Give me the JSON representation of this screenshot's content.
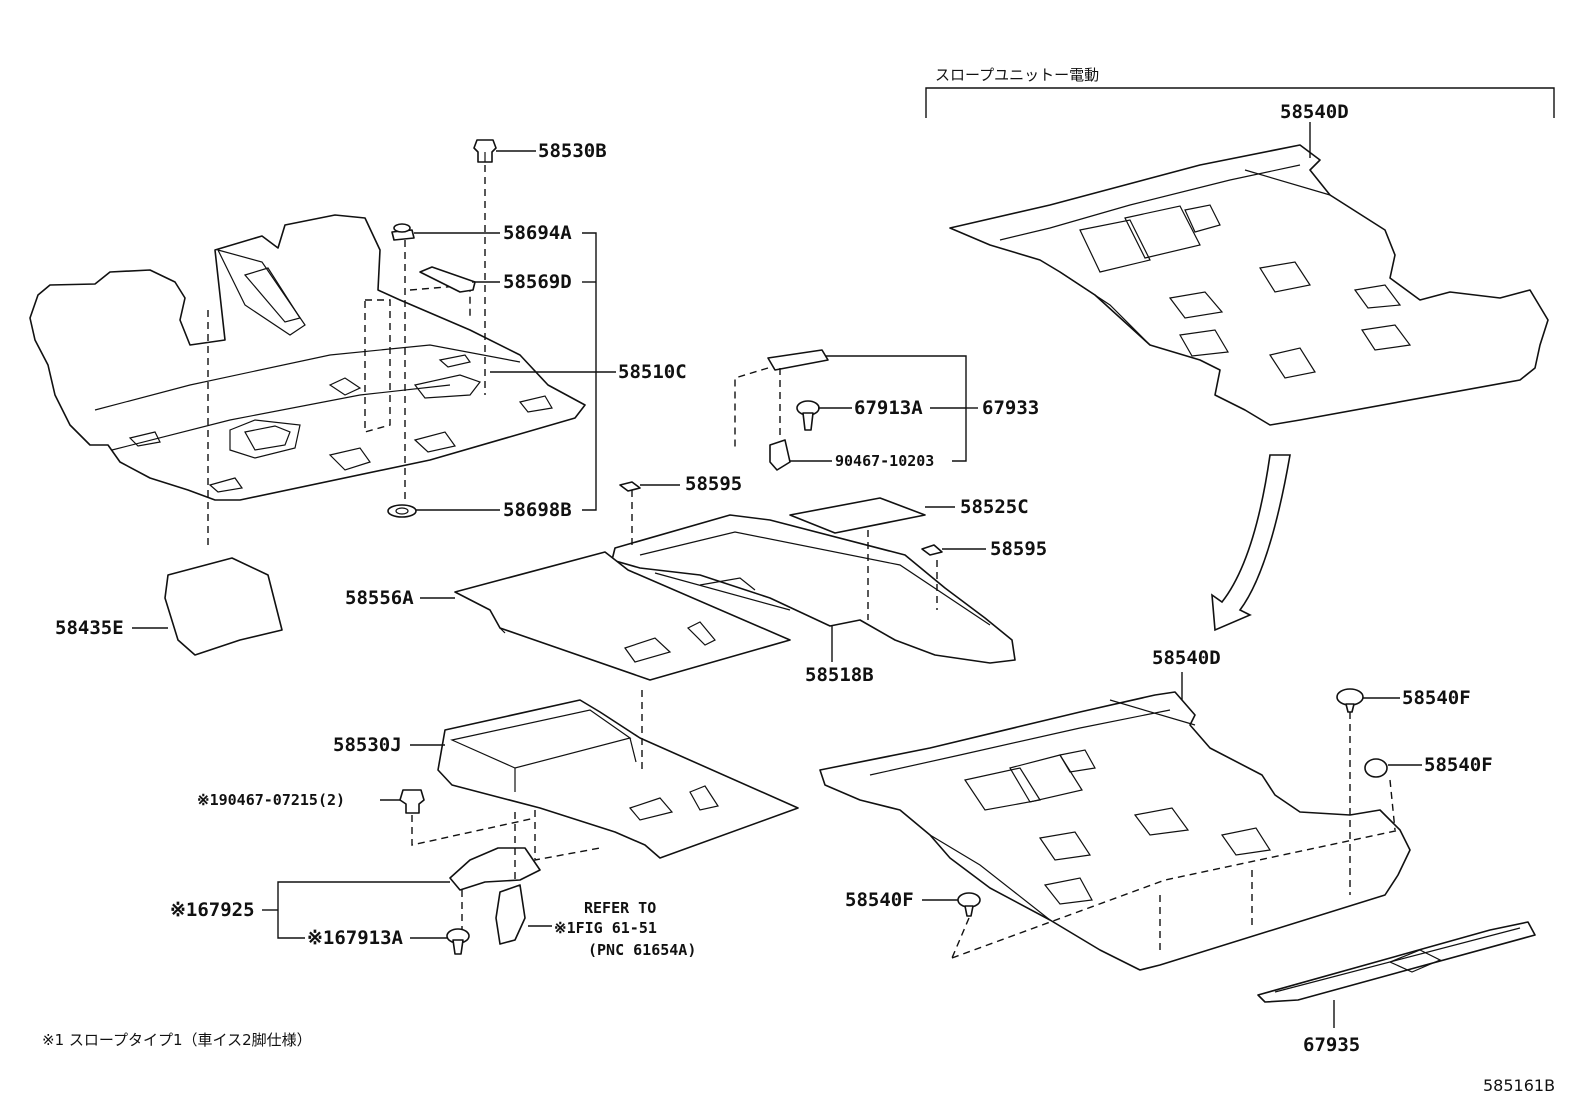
{
  "slope_unit_title": "スロープユニットー電動",
  "footnote": "※1 スロープタイプ1（車イス2脚仕様）",
  "figure_number": "585161B",
  "refer_note": {
    "line1": "REFER TO",
    "line2": "※1FIG 61-51",
    "line3": "(PNC 61654A)"
  },
  "labels": {
    "p58530B": "58530B",
    "p58694A": "58694A",
    "p58569D": "58569D",
    "p58510C": "58510C",
    "p58698B": "58698B",
    "p58435E": "58435E",
    "p58595_top": "58595",
    "p58595_right": "58595",
    "p58525C": "58525C",
    "p58556A": "58556A",
    "p58518B": "58518B",
    "p67913A": "67913A",
    "p67933": "67933",
    "p90467_10203": "90467-10203",
    "p58530J": "58530J",
    "p90467_07215": "※190467-07215(2)",
    "p67925": "※167925",
    "p67913A_2": "※167913A",
    "p58540D_top": "58540D",
    "p58540D_bottom": "58540D",
    "p58540F_1": "58540F",
    "p58540F_2": "58540F",
    "p58540F_3": "58540F",
    "p67935": "67935"
  },
  "colors": {
    "line": "#111111",
    "background": "#ffffff"
  }
}
